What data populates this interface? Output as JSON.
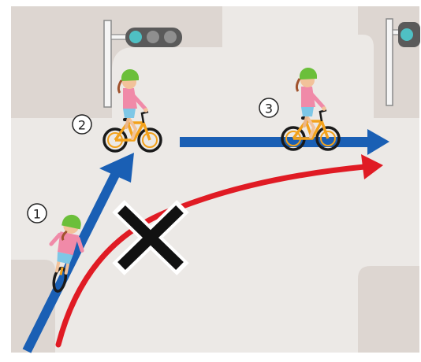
{
  "diagram": {
    "steps": [
      {
        "id": "step-1",
        "label": "1"
      },
      {
        "id": "step-2",
        "label": "2"
      },
      {
        "id": "step-3",
        "label": "3"
      }
    ],
    "icons": [
      "traffic-signal-icon",
      "cyclist-icon",
      "prohibited-x-icon",
      "arrow-icon"
    ],
    "colors": {
      "correct_path": "#1a5fb4",
      "wrong_path": "#e01b24",
      "prohibited_mark": "#111111",
      "road": "#ece9e6",
      "sidewalk": "#ddd6d1",
      "helmet": "#6bbf3a",
      "shirt": "#f08aa8",
      "bicycle": "#f3a21c"
    }
  }
}
